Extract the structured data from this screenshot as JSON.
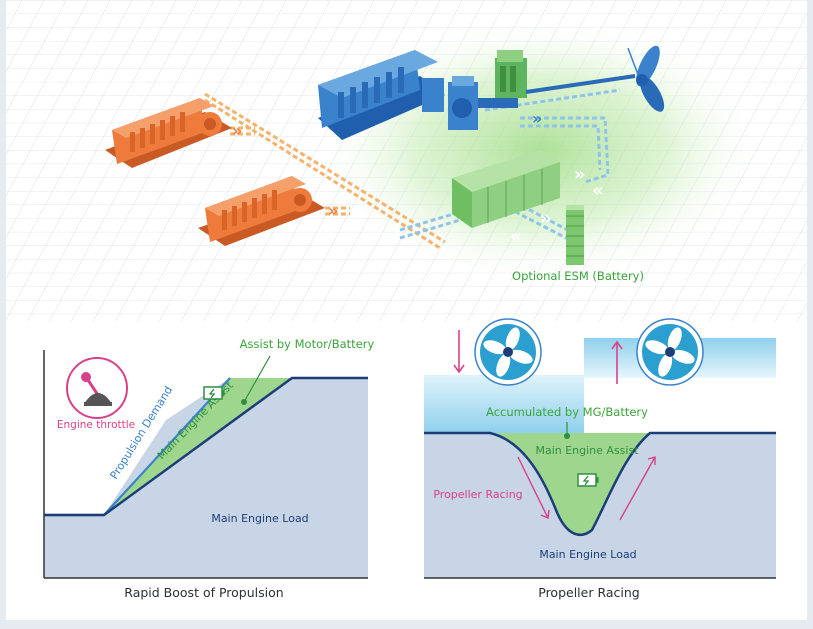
{
  "top_diagram": {
    "battery_label": "Optional ESM (Battery)"
  },
  "left_panel": {
    "title": "Rapid Boost of Propulsion",
    "assist_label": "Assist by Motor/Battery",
    "throttle_label": "Engine throttle",
    "demand_label": "Propulsion Demand",
    "assist_area_label": "Main Engine Assist",
    "load_label": "Main Engine Load"
  },
  "right_panel": {
    "title": "Propeller Racing",
    "accumulated_label": "Accumulated by MG/Battery",
    "assist_area_label": "Main Engine Assist",
    "racing_label": "Propeller Racing",
    "load_label": "Main Engine Load"
  },
  "colors": {
    "orange": "#ee7a3c",
    "blue": "#3a82cc",
    "green": "#8fcf82",
    "green_text": "#3aa43a",
    "navy": "#1c3e78",
    "magenta": "#d8418a",
    "load_fill": "#c8d5e6",
    "water": "#9ed6ee"
  }
}
